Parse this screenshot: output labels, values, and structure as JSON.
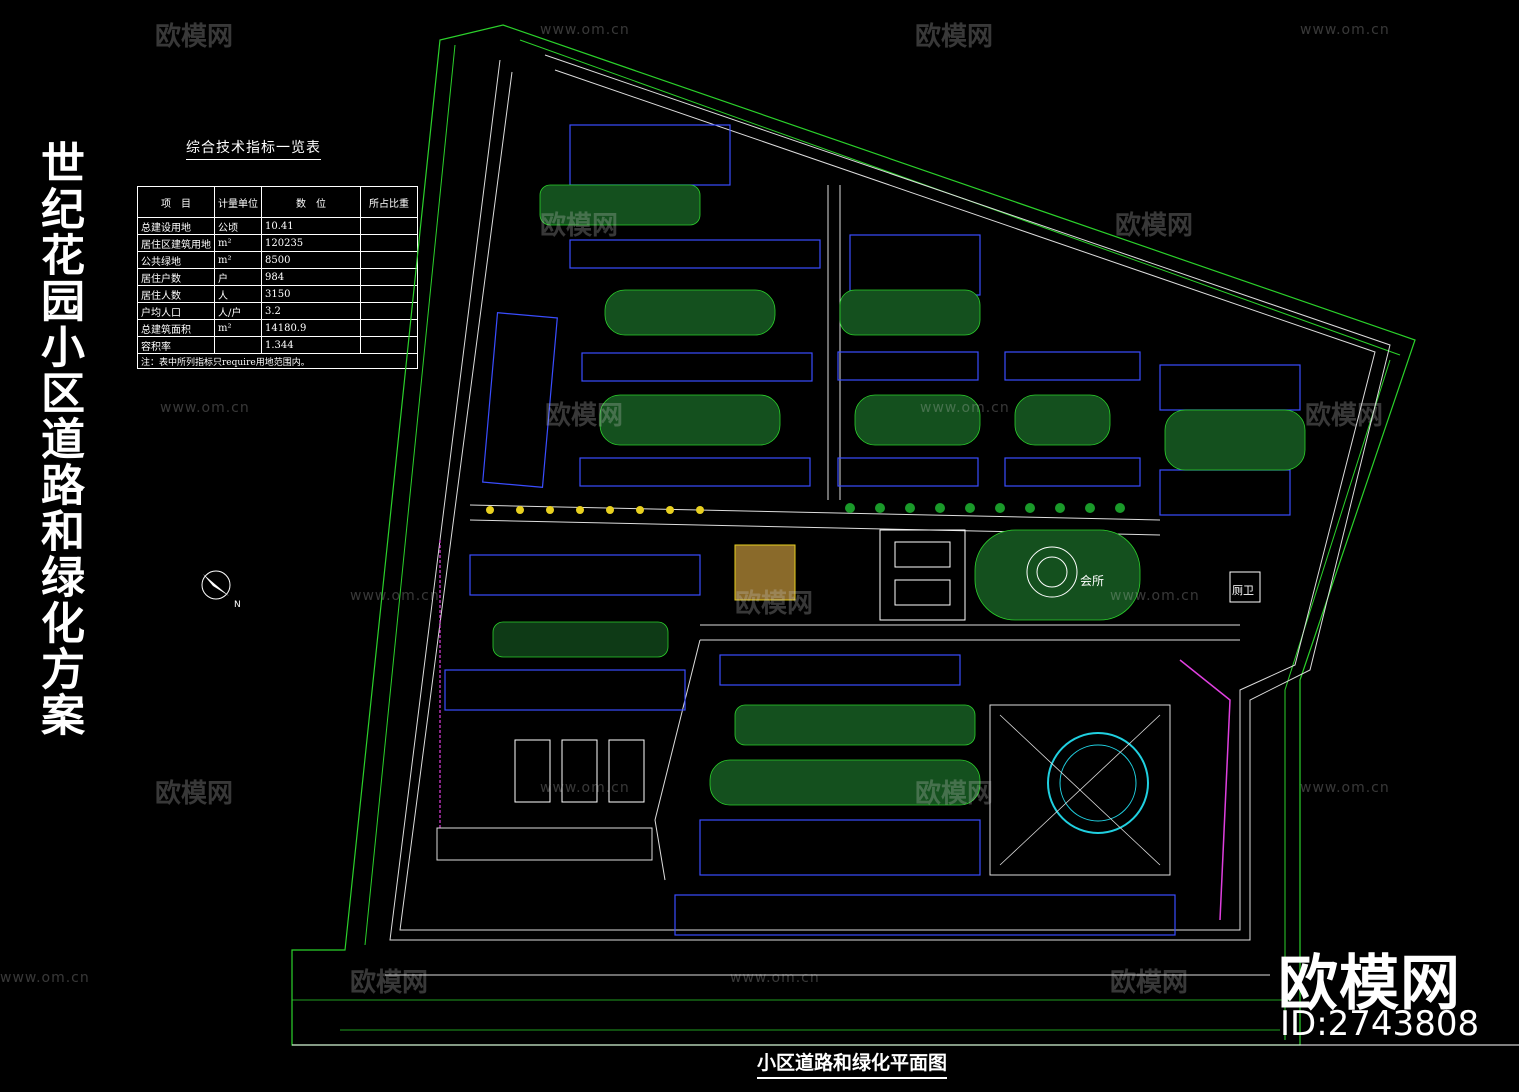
{
  "vertical_title": "世纪花园小区道路和绿化方案",
  "table": {
    "title": "综合技术指标一览表",
    "headers": [
      "项　目",
      "计量单位",
      "数　位",
      "所占比重"
    ],
    "rows": [
      {
        "item": "总建设用地",
        "unit": "公顷",
        "value": "10.41",
        "ratio": ""
      },
      {
        "item": "居住区建筑用地",
        "unit": "m²",
        "value": "120235",
        "ratio": ""
      },
      {
        "item": "公共绿地",
        "unit": "m²",
        "value": "8500",
        "ratio": ""
      },
      {
        "item": "居住户数",
        "unit": "户",
        "value": "984",
        "ratio": ""
      },
      {
        "item": "居住人数",
        "unit": "人",
        "value": "3150",
        "ratio": ""
      },
      {
        "item": "户均人口",
        "unit": "人/户",
        "value": "3.2",
        "ratio": ""
      },
      {
        "item": "总建筑面积",
        "unit": "m²",
        "value": "14180.9",
        "ratio": ""
      },
      {
        "item": "容积率",
        "unit": "",
        "value": "1.344",
        "ratio": ""
      }
    ],
    "note": "注：表中所列指标只require用地范围内。"
  },
  "plan_labels": {
    "clubhouse": "会所",
    "toilet": "厕卫",
    "compass_n": "N"
  },
  "bottom_title": "小区道路和绿化平面图",
  "brand": "欧模网",
  "asset_id": "ID:2743808",
  "watermark": {
    "logo_text": "欧模网",
    "url": "www.om.cn"
  },
  "colors": {
    "background": "#000000",
    "boundary_green": "#2bd12b",
    "road_white": "#dddddd",
    "building_blue": "#3a4dff",
    "tree_green": "#1a7a2a",
    "accent_magenta": "#e040e0",
    "accent_yellow": "#e8d020",
    "accent_cyan": "#20d0e0"
  }
}
